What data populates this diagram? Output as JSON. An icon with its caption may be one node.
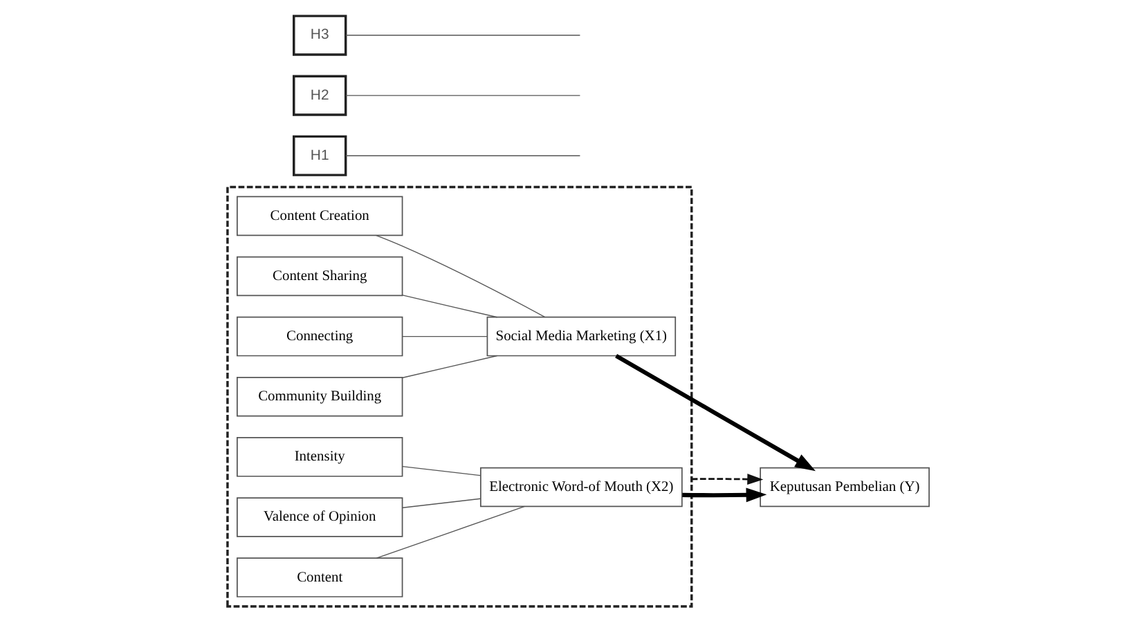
{
  "diagram": {
    "nodes": [
      {
        "text": [],
        "shape": "box"
      },
      {
        "text": [
          "Content Creation"
        ],
        "in": 0
      },
      {
        "text": [
          "Content Sharing"
        ],
        "in": 0
      },
      {
        "text": [
          "Connecting"
        ],
        "in": 0
      },
      {
        "text": [
          "Community Building"
        ],
        "in": 0
      },
      {
        "text": [
          "Social Media Marketing (X1)"
        ],
        "in": 0
      },
      {
        "text": [
          "Intensity"
        ],
        "in": 0
      },
      {
        "text": [
          "Valence of Opinion"
        ],
        "in": 0
      },
      {
        "text": [
          "Content"
        ],
        "in": 0
      },
      {
        "text": [
          "Electronic Word-of Mouth (X2)"
        ],
        "in": 0
      },
      {
        "text": [
          "H1"
        ]
      },
      {
        "text": [
          "Keputusan Pembelian (Y)"
        ]
      },
      {
        "text": [
          "H2"
        ]
      },
      {
        "text": [
          "H3"
        ]
      }
    ],
    "edges": [
      {
        "from": 1,
        "to": 5,
        "arrow": "none"
      },
      {
        "from": 2,
        "to": 5,
        "arrow": "none"
      },
      {
        "from": 3,
        "to": 5,
        "arrow": "none"
      },
      {
        "from": 4,
        "to": 5,
        "arrow": "none"
      },
      {
        "from": 6,
        "to": 9,
        "arrow": "none"
      },
      {
        "from": 7,
        "to": 9,
        "arrow": "none"
      },
      {
        "from": 8,
        "to": 9,
        "arrow": "none"
      },
      {
        "from": 5,
        "to": 11,
        "arrow": "to",
        "style": "thick"
      },
      {
        "from": 9,
        "to": 11,
        "arrow": "to",
        "style": "thick"
      },
      {
        "from": 0,
        "to": 11,
        "arrow": "to",
        "style": "dashed"
      },
      {
        "from": 10,
        "to": null,
        "arrow": "none"
      },
      {
        "from": 12,
        "to": null,
        "arrow": "none"
      },
      {
        "from": 13,
        "to": null,
        "arrow": "none"
      }
    ]
  }
}
